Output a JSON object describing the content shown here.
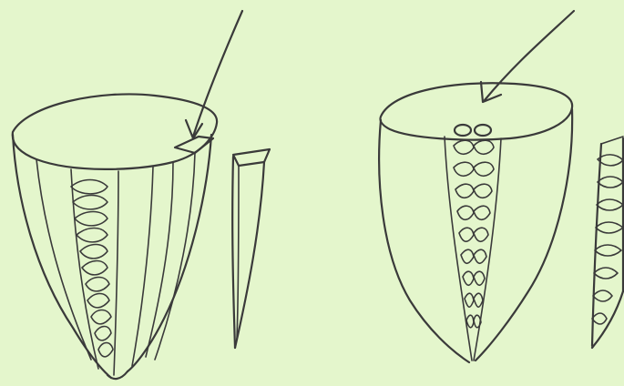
{
  "figure": {
    "background": "#e4f6cc",
    "ink": "#3a3a3a",
    "panels": [
      {
        "id": "left",
        "shape": "cone-with-chain-and-wedge"
      },
      {
        "id": "right",
        "shape": "cone-with-double-chain-and-strip"
      }
    ]
  }
}
